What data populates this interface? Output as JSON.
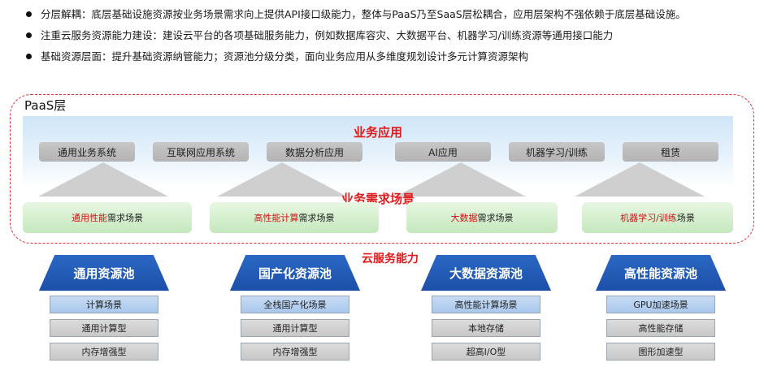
{
  "bullets": [
    "分层解耦：底层基础设施资源按业务场景需求向上提供API接口级能力，整体与PaaS乃至SaaS层松耦合，应用层架构不强依赖于底层基础设施。",
    "注重云服务资源能力建设：建设云平台的各项基础服务能力，例如数据库容灾、大数据平台、机器学习/训练资源等通用接口能力",
    "基础资源层面：提升基础资源纳管能力；资源池分级分类，面向业务应用从多维度规划设计多元计算资源架构"
  ],
  "paas": {
    "title": "PaaS层",
    "apps_title": "业务应用",
    "apps": [
      "通用业务系统",
      "互联网应用系统",
      "数据分析应用",
      "AI应用",
      "机器学习/训练",
      "租赁"
    ],
    "scenes_title": "业务需求场景",
    "scenes": [
      {
        "highlight": "通用性能",
        "rest": "需求场景"
      },
      {
        "highlight": "高性能计算",
        "rest": "需求场景"
      },
      {
        "highlight": "大数据",
        "rest": "需求场景"
      },
      {
        "highlight": "机器学习/训练",
        "rest": "场景"
      }
    ]
  },
  "cloud_label": "云服务能力",
  "pools": [
    {
      "title": "通用资源池",
      "items": [
        "计算场景",
        "通用计算型",
        "内存增强型"
      ]
    },
    {
      "title": "国产化资源池",
      "items": [
        "全栈国产化场景",
        "通用计算型",
        "内存增强型"
      ]
    },
    {
      "title": "大数据资源池",
      "items": [
        "高性能计算场景",
        "本地存储",
        "超高I/O型"
      ]
    },
    {
      "title": "高性能资源池",
      "items": [
        "GPU加速场景",
        "高性能存储",
        "图形加速型"
      ]
    }
  ],
  "colors": {
    "accent_red": "#e01a1a",
    "pool_blue": "#1c4fa8",
    "scene_green": "#c5e8bd",
    "frame_dash": "#e0303a"
  }
}
